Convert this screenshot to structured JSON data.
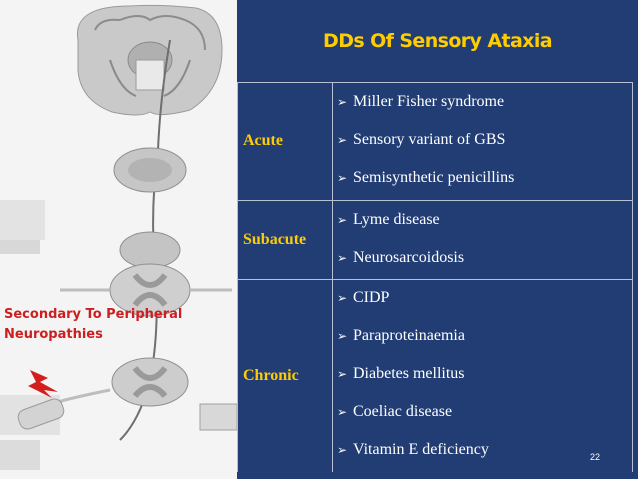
{
  "slide": {
    "title": "DDs Of Sensory Ataxia",
    "overlay_label_line1": "Secondary To Peripheral",
    "overlay_label_line2": "Neuropathies",
    "page_number": "22",
    "colors": {
      "background_panel": "#213d73",
      "category_text": "#ffcc00",
      "title_text": "#ffcc00",
      "item_text": "#ffffff",
      "overlay_label": "#cc1f1f"
    },
    "bullet_glyph": "➢"
  },
  "table": {
    "rows": [
      {
        "category": "Acute",
        "items": [
          "Miller Fisher syndrome",
          "Sensory variant of GBS",
          "Semisynthetic penicillins"
        ]
      },
      {
        "category": "Subacute",
        "items": [
          "Lyme disease",
          "Neurosarcoidosis"
        ]
      },
      {
        "category": "Chronic",
        "items": [
          "CIDP",
          "Paraproteinaemia",
          "Diabetes mellitus",
          "Coeliac disease",
          "Vitamin E deficiency"
        ]
      }
    ]
  }
}
